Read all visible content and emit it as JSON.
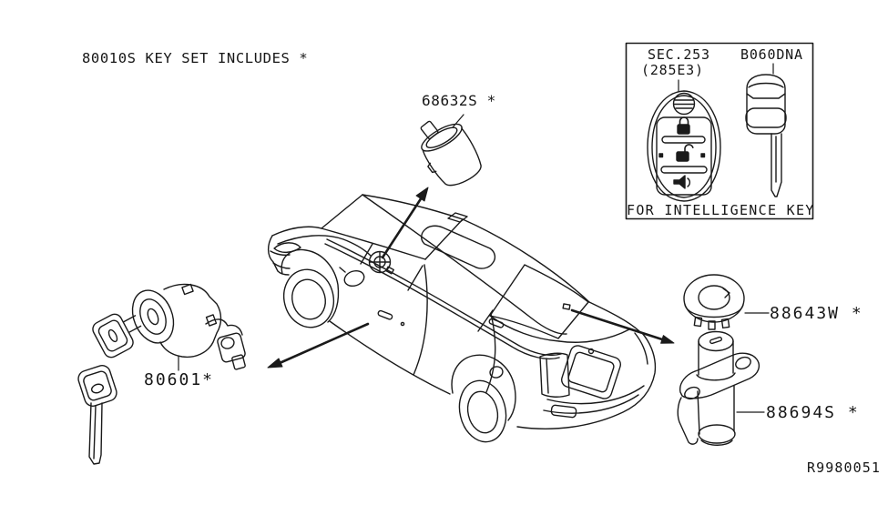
{
  "page": {
    "background": "#ffffff",
    "ink": "#1a1a1a",
    "description": "Key set and lock cylinder parts diagram"
  },
  "labels": {
    "title": "80010S KEY SET INCLUDES *",
    "part_glovebox_lock": "68632S *",
    "part_door_lock": "80601*",
    "part_trunk_lock_ring": "88643W *",
    "part_trunk_lock_cylinder": "88694S *",
    "ref_code": "R9980051"
  },
  "inset_box": {
    "sec": "SEC.253",
    "sec_sub": "(285E3)",
    "key_blank_code": "B060DNA",
    "caption": "FOR INTELLIGENCE KEY"
  },
  "icons": {
    "fob_buttons": [
      "lock",
      "unlock",
      "panic-horn"
    ]
  }
}
